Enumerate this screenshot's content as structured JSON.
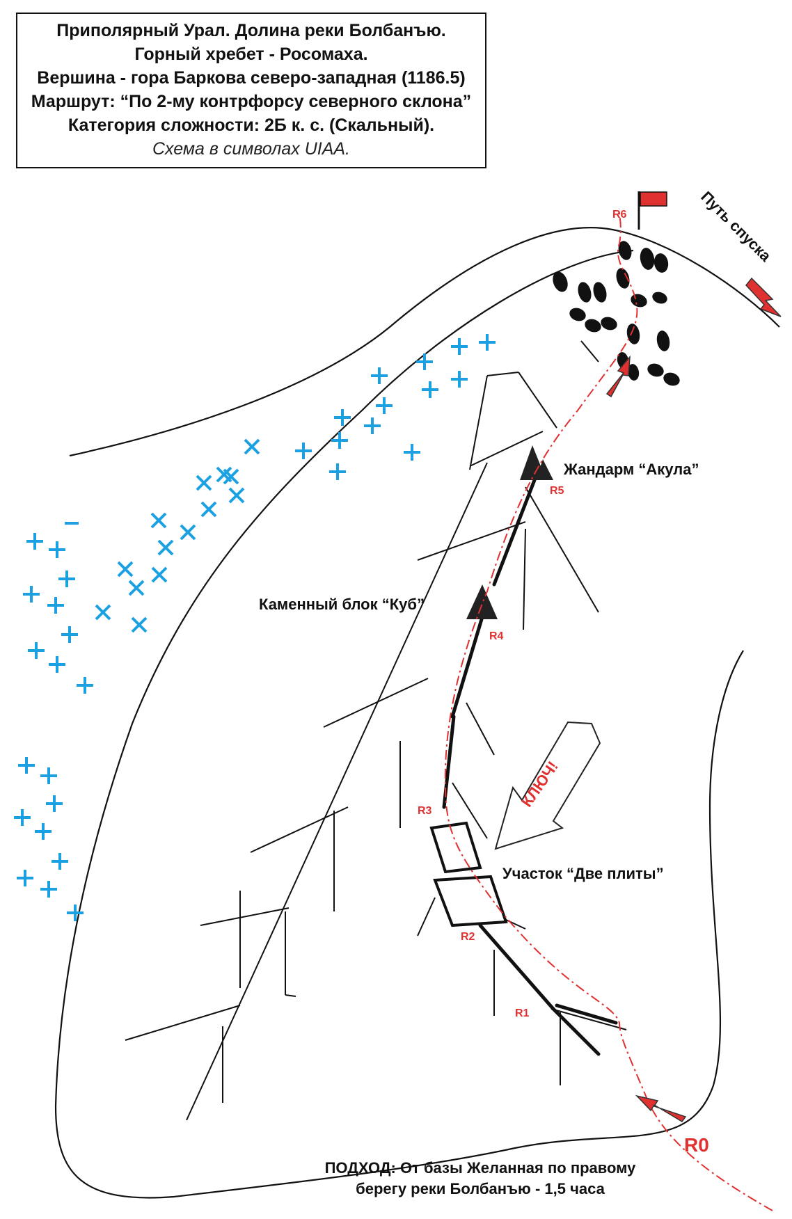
{
  "header": {
    "line1": "Приполярный Урал. Долина реки Болбанъю.",
    "line2": "Горный хребет - Росомаха.",
    "line3": "Вершина - гора Баркова северо-западная (1186.5)",
    "line4": "Маршрут: “По 2-му контрфорсу северного склона”",
    "line5": "Категория сложности: 2Б к. с. (Скальный).",
    "line6": "Схема в символах UIAA."
  },
  "labels": {
    "descent": "Путь спуска",
    "gendarme": "Жандарм “Акула”",
    "block": "Каменный блок “Куб”",
    "slabs": "Участок “Две плиты”",
    "key": "КЛЮЧ!",
    "approach_line1": "ПОДХОД: От базы Желанная по правому",
    "approach_line2": "берегу реки Болбанъю - 1,5 часа"
  },
  "route_points": {
    "r0": "R0",
    "r1": "R1",
    "r2": "R2",
    "r3": "R3",
    "r4": "R4",
    "r5": "R5",
    "r6": "R6"
  },
  "colors": {
    "route": "#e03131",
    "snow_symbols": "#1ba1e2",
    "ink": "#111111"
  }
}
